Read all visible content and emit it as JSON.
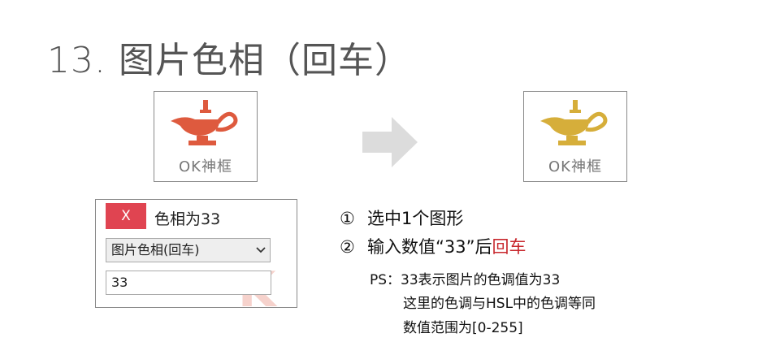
{
  "slide": {
    "title": "13. 图片色相（回车）"
  },
  "logos": {
    "before": {
      "text": "OK神框",
      "color": "#de5a3e"
    },
    "after": {
      "text": "OK神框",
      "color": "#d6ae3a"
    }
  },
  "panel": {
    "close_label": "X",
    "title": "色相为33",
    "select_value": "图片色相(回车)",
    "input_value": "33",
    "accent": "#e04451"
  },
  "steps": [
    {
      "num": "①",
      "text": "选中1个图形"
    },
    {
      "num": "②",
      "text": "输入数值“33”后",
      "highlight": "回车"
    }
  ],
  "notes": [
    "PS：33表示图片的色调值为33",
    "这里的色调与HSL中的色调等同",
    "数值范围为[0-255]"
  ]
}
